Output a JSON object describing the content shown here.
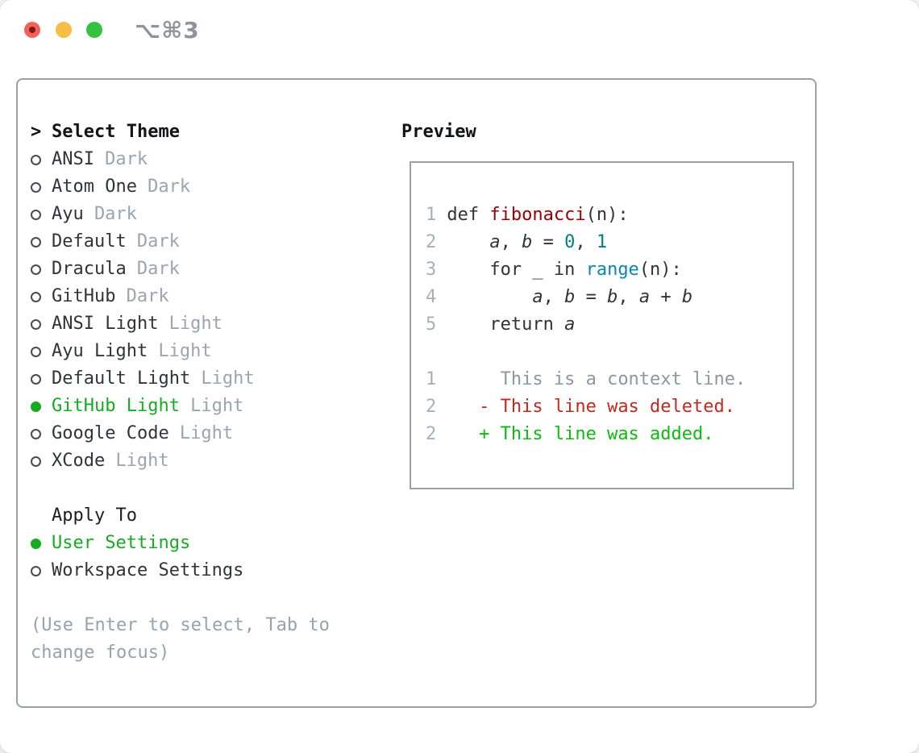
{
  "window": {
    "title": "⌥⌘3",
    "traffic_lights": [
      "close",
      "minimize",
      "zoom"
    ]
  },
  "colors": {
    "border_gray": "#99a1ab",
    "selection_green": "#17ab22",
    "added_green": "#0cbb10",
    "deleted_red": "#c5281c",
    "function_red": "#990000",
    "number_teal": "#008080",
    "builtin_blue": "#0a86b3",
    "muted_gray": "#9ba5b0",
    "line_number_gray": "#a6b0bc"
  },
  "theme_panel": {
    "header": {
      "prefix": ">",
      "label": "Select Theme"
    },
    "themes": [
      {
        "name": "ANSI",
        "variant": "Dark",
        "selected": false
      },
      {
        "name": "Atom One",
        "variant": "Dark",
        "selected": false
      },
      {
        "name": "Ayu",
        "variant": "Dark",
        "selected": false
      },
      {
        "name": "Default",
        "variant": "Dark",
        "selected": false
      },
      {
        "name": "Dracula",
        "variant": "Dark",
        "selected": false
      },
      {
        "name": "GitHub",
        "variant": "Dark",
        "selected": false
      },
      {
        "name": "ANSI Light",
        "variant": "Light",
        "selected": false
      },
      {
        "name": "Ayu Light",
        "variant": "Light",
        "selected": false
      },
      {
        "name": "Default Light",
        "variant": "Light",
        "selected": false
      },
      {
        "name": "GitHub Light",
        "variant": "Light",
        "selected": true
      },
      {
        "name": "Google Code",
        "variant": "Light",
        "selected": false
      },
      {
        "name": "XCode",
        "variant": "Light",
        "selected": false
      }
    ],
    "apply_to": {
      "label": "Apply To",
      "options": [
        {
          "name": "User Settings",
          "selected": true
        },
        {
          "name": "Workspace Settings",
          "selected": false
        }
      ]
    },
    "hint": "(Use Enter to select, Tab to change focus)"
  },
  "preview": {
    "label": "Preview",
    "code_lines": [
      {
        "num": "1",
        "segments": [
          {
            "t": "def ",
            "c": "d"
          },
          {
            "t": "fibonacci",
            "c": "title"
          },
          {
            "t": "(n):",
            "c": "d"
          }
        ]
      },
      {
        "num": "2",
        "segments": [
          {
            "t": "    ",
            "c": "d"
          },
          {
            "t": "a",
            "c": "i"
          },
          {
            "t": ", ",
            "c": "d"
          },
          {
            "t": "b",
            "c": "i"
          },
          {
            "t": " = ",
            "c": "d"
          },
          {
            "t": "0",
            "c": "n"
          },
          {
            "t": ", ",
            "c": "d"
          },
          {
            "t": "1",
            "c": "n"
          }
        ]
      },
      {
        "num": "3",
        "segments": [
          {
            "t": "    for _ in ",
            "c": "d"
          },
          {
            "t": "range",
            "c": "b"
          },
          {
            "t": "(n):",
            "c": "d"
          }
        ]
      },
      {
        "num": "4",
        "segments": [
          {
            "t": "        ",
            "c": "d"
          },
          {
            "t": "a",
            "c": "i"
          },
          {
            "t": ", ",
            "c": "d"
          },
          {
            "t": "b",
            "c": "i"
          },
          {
            "t": " = ",
            "c": "d"
          },
          {
            "t": "b",
            "c": "i"
          },
          {
            "t": ", ",
            "c": "d"
          },
          {
            "t": "a",
            "c": "i"
          },
          {
            "t": " + ",
            "c": "d"
          },
          {
            "t": "b",
            "c": "i"
          }
        ]
      },
      {
        "num": "5",
        "segments": [
          {
            "t": "    return ",
            "c": "d"
          },
          {
            "t": "a",
            "c": "i"
          }
        ]
      },
      {
        "num": "",
        "segments": []
      },
      {
        "num": "1",
        "segments": [
          {
            "t": "     This is a context line.",
            "c": "g"
          }
        ]
      },
      {
        "num": "2",
        "segments": [
          {
            "t": "   - This line was deleted.",
            "c": "del"
          }
        ]
      },
      {
        "num": "2",
        "segments": [
          {
            "t": "   + This line was added.",
            "c": "add"
          }
        ]
      }
    ]
  }
}
